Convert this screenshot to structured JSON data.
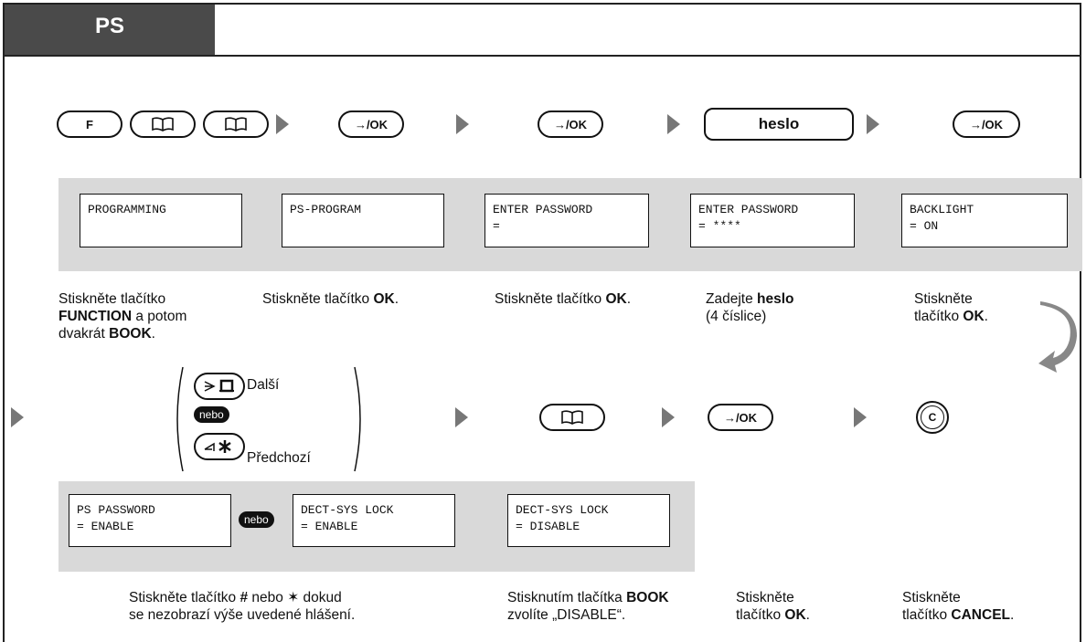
{
  "header": {
    "tab_label": "PS"
  },
  "row1": {
    "keys": {
      "f": "F",
      "ok1": "→/OK",
      "ok2": "→/OK",
      "password": "heslo",
      "ok3": "→/OK"
    },
    "displays": [
      {
        "line1": "PROGRAMMING",
        "line2": ""
      },
      {
        "line1": "PS-PROGRAM",
        "line2": ""
      },
      {
        "line1": "ENTER PASSWORD",
        "line2": "="
      },
      {
        "line1": "ENTER PASSWORD",
        "line2": "= ****"
      },
      {
        "line1": "BACKLIGHT",
        "line2": "= ON"
      }
    ],
    "captions": {
      "c1_a": "Stiskněte tlačítko",
      "c1_b": "FUNCTION",
      "c1_c": " a potom",
      "c1_d": "dvakrát ",
      "c1_e": "BOOK",
      "c1_f": ".",
      "c2_a": "Stiskněte tlačítko ",
      "c2_b": "OK",
      "c2_c": ".",
      "c3_a": "Stiskněte tlačítko ",
      "c3_b": "OK",
      "c3_c": ".",
      "c4_a": "Zadejte ",
      "c4_b": "heslo",
      "c4_c": "(4 číslice)",
      "c5_a": "Stiskněte",
      "c5_b": "tlačítko ",
      "c5_c": "OK",
      "c5_d": "."
    }
  },
  "row2": {
    "next_label": "Další",
    "or_label": "nebo",
    "prev_label": "Předchozí",
    "ok_key": "→/OK",
    "cancel_key": "C",
    "displays": {
      "d1_line1": "PS PASSWORD",
      "d1_line2": "= ENABLE",
      "d2_line1": "DECT-SYS LOCK",
      "d2_line2": "= ENABLE",
      "d3_line1": "DECT-SYS LOCK",
      "d3_line2": "= DISABLE"
    },
    "or_between": "nebo",
    "captions": {
      "c1_a": "Stiskněte tlačítko ",
      "c1_b": "#",
      "c1_c": " nebo ✶ dokud",
      "c1_d": "se nezobrazí výše uvedené hlášení.",
      "c2_a": "Stisknutím tlačítka ",
      "c2_b": "BOOK",
      "c2_c": "zvolíte „DISABLE“.",
      "c3_a": "Stiskněte",
      "c3_b": "tlačítko ",
      "c3_c": "OK",
      "c3_d": ".",
      "c4_a": "Stiskněte",
      "c4_b": "tlačítko ",
      "c4_c": "CANCEL",
      "c4_d": "."
    }
  },
  "colors": {
    "tab_bg": "#4a4a4a",
    "panel_bg": "#d9d9d9",
    "arrow": "#777777"
  }
}
